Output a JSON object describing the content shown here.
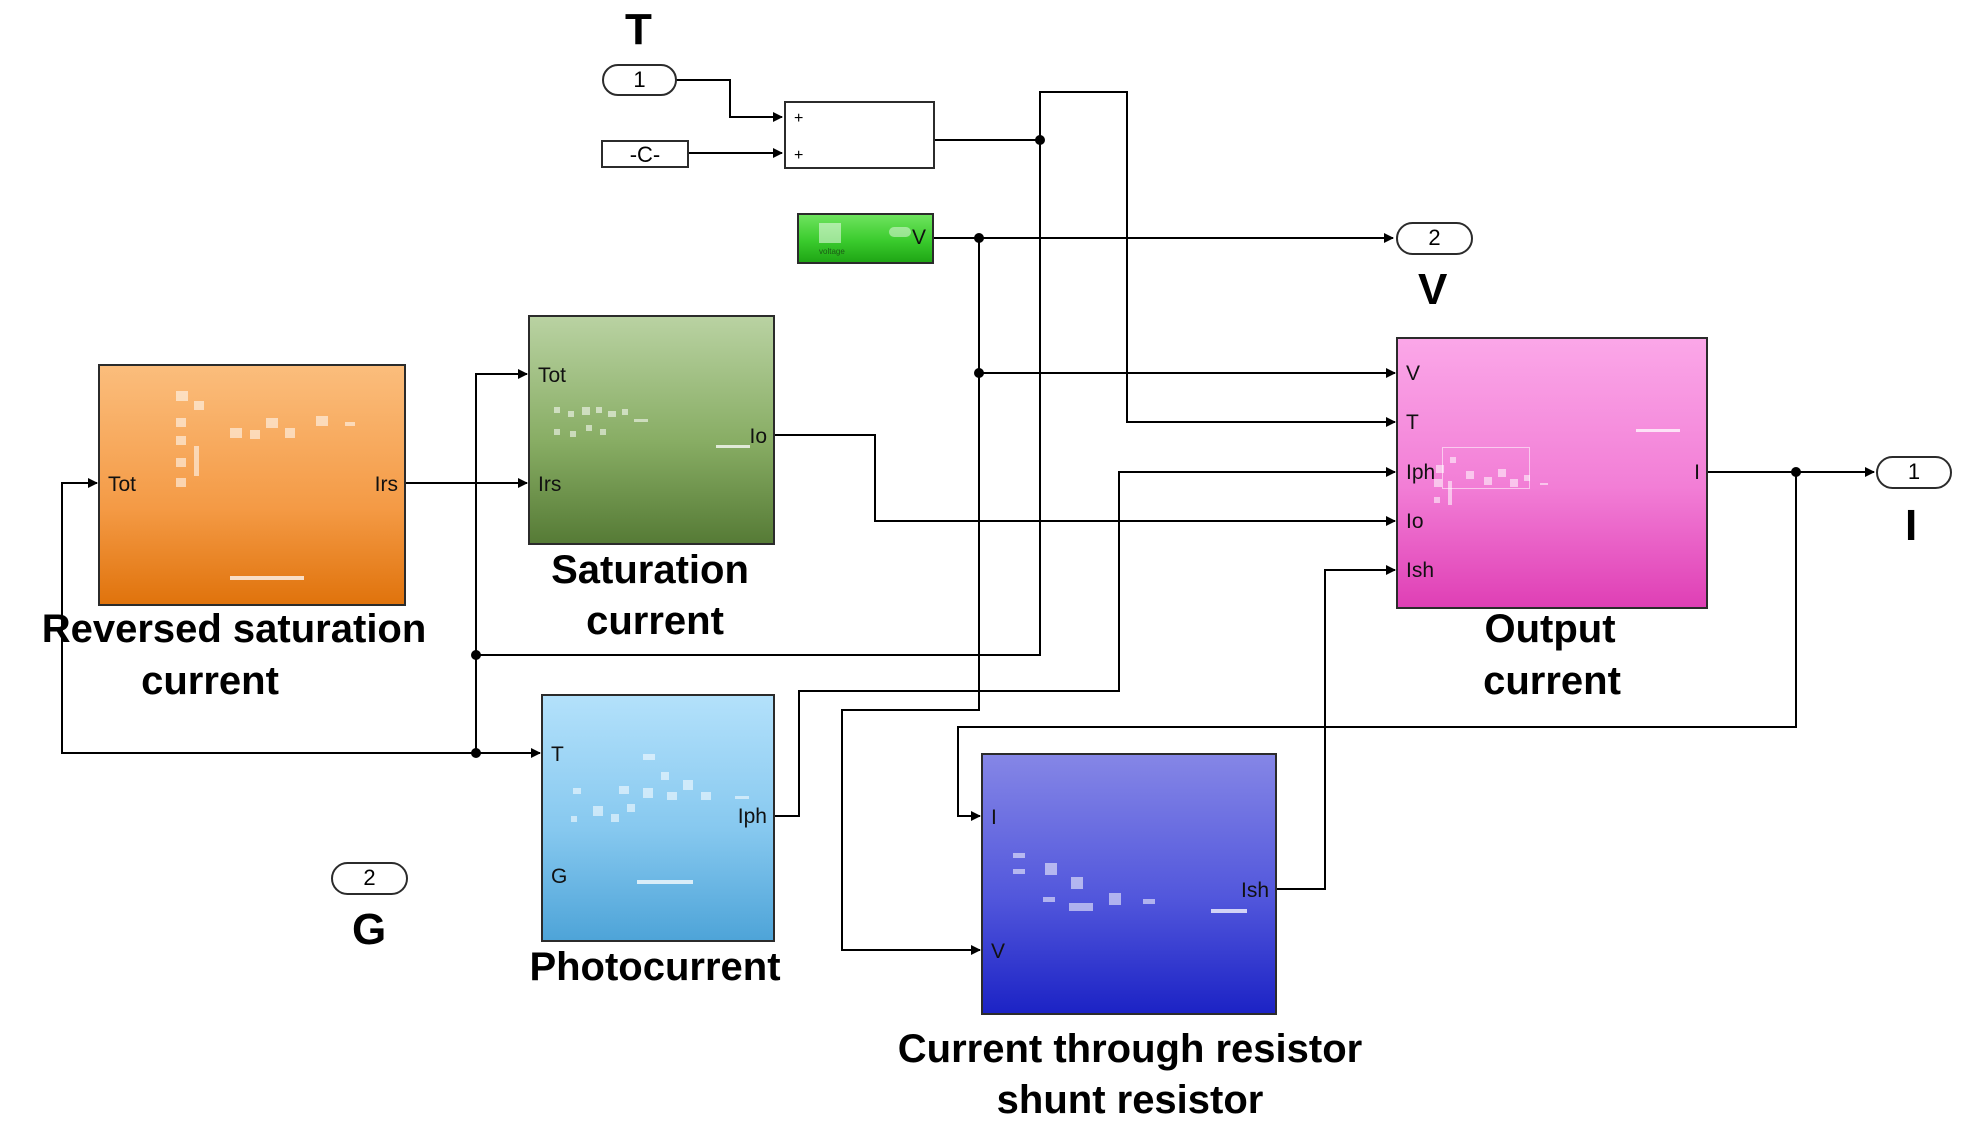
{
  "labels": {
    "T": "T",
    "V": "V",
    "G": "G",
    "I": "I"
  },
  "inports": {
    "T": "1",
    "G": "2"
  },
  "outports": {
    "V": "2",
    "I": "1"
  },
  "constant": "-C-",
  "sum_signs": [
    "+",
    "+"
  ],
  "voltage_block": {
    "port_V": "V",
    "tiny_text": "voltage"
  },
  "blocks": {
    "reversed_saturation": {
      "caption_line1": "Reversed saturation",
      "caption_line2": "current",
      "in_ports": [
        "Tot"
      ],
      "out_ports": [
        "Irs"
      ]
    },
    "saturation": {
      "caption_line1": "Saturation",
      "caption_line2": "current",
      "in_ports": [
        "Tot",
        "Irs"
      ],
      "out_ports": [
        "Io"
      ]
    },
    "photocurrent": {
      "caption": "Photocurrent",
      "in_ports": [
        "T",
        "G"
      ],
      "out_ports": [
        "Iph"
      ]
    },
    "output_current": {
      "caption_line1": "Output",
      "caption_line2": "current",
      "in_ports": [
        "V",
        "T",
        "Iph",
        "Io",
        "Ish"
      ],
      "out_ports": [
        "I"
      ]
    },
    "shunt_current": {
      "caption_line1": "Current through resistor",
      "caption_line2": "shunt resistor",
      "in_ports": [
        "I",
        "V"
      ],
      "out_ports": [
        "Ish"
      ]
    }
  },
  "colors": {
    "reversed_saturation": "#f49a45",
    "saturation": "#88ad64",
    "photocurrent": "#86c8ef",
    "output_current": "#f27ed6",
    "shunt_current": "#5257dc",
    "voltage_block": "#3acb2d",
    "wire": "#000000"
  }
}
